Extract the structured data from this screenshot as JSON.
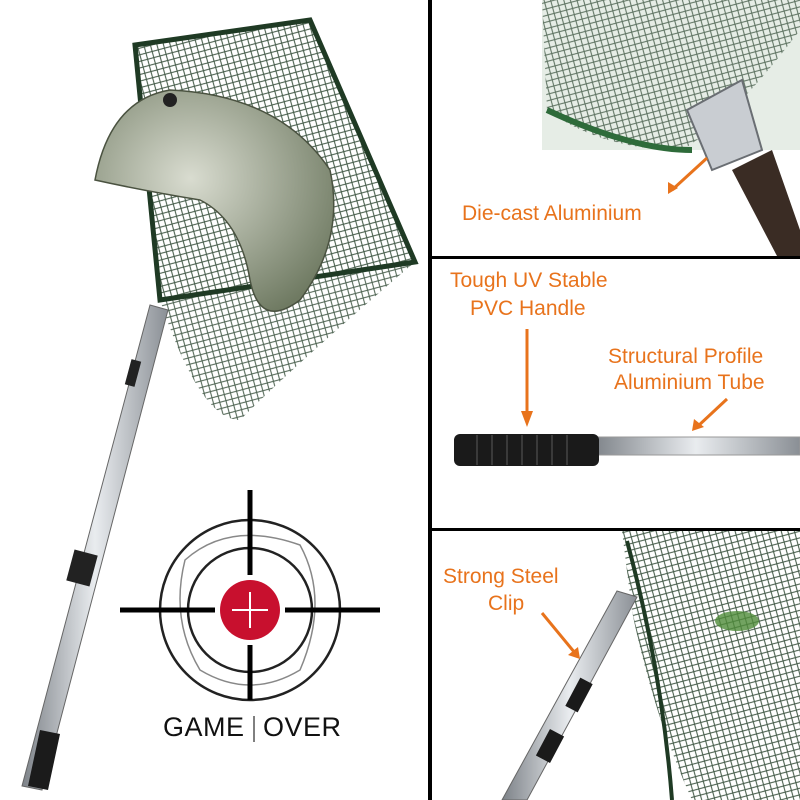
{
  "left": {
    "game_over": {
      "word1": "GAME",
      "word2": "OVER"
    }
  },
  "panels": {
    "die_cast": {
      "label": "Die-cast Aluminium"
    },
    "handle": {
      "label_line1": "Tough UV Stable",
      "label_line2": "PVC Handle",
      "tube_line1": "Structural Profile",
      "tube_line2": "Aluminium Tube"
    },
    "clip": {
      "label_line1": "Strong Steel",
      "label_line2": "Clip"
    }
  },
  "colors": {
    "label": "#e8731c",
    "target_center": "#c8102e",
    "net": "#1f3a24",
    "metal": "#b8bcc2"
  }
}
